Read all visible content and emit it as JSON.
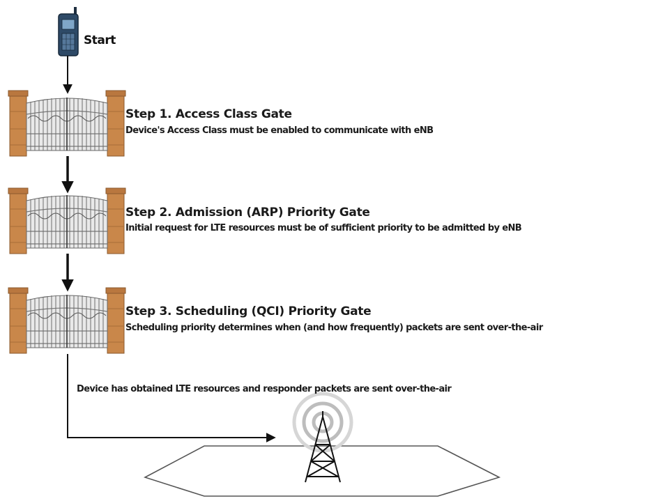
{
  "start_label": "Start",
  "steps": [
    {
      "title": "Step 1. Access Class Gate",
      "description": "Device's Access Class must be enabled to communicate with eNB"
    },
    {
      "title": "Step 2. Admission (ARP) Priority Gate",
      "description": "Initial request for LTE resources must be of sufficient priority to be admitted by eNB"
    },
    {
      "title": "Step 3. Scheduling (QCI) Priority Gate",
      "description": "Scheduling priority determines when (and how frequently) packets are sent over-the-air"
    }
  ],
  "final_label": "Device has obtained LTE resources and responder packets are sent over-the-air",
  "icons": {
    "device": "mobile-phone-icon",
    "gate": "gate-icon",
    "tower": "cell-tower-icon",
    "signal": "radio-waves-icon"
  },
  "colors": {
    "pillar": "#c9874a",
    "pillar_cap": "#b9773f",
    "phone_body": "#2e4a67",
    "phone_screen": "#7fa6c8",
    "line": "#111111"
  }
}
